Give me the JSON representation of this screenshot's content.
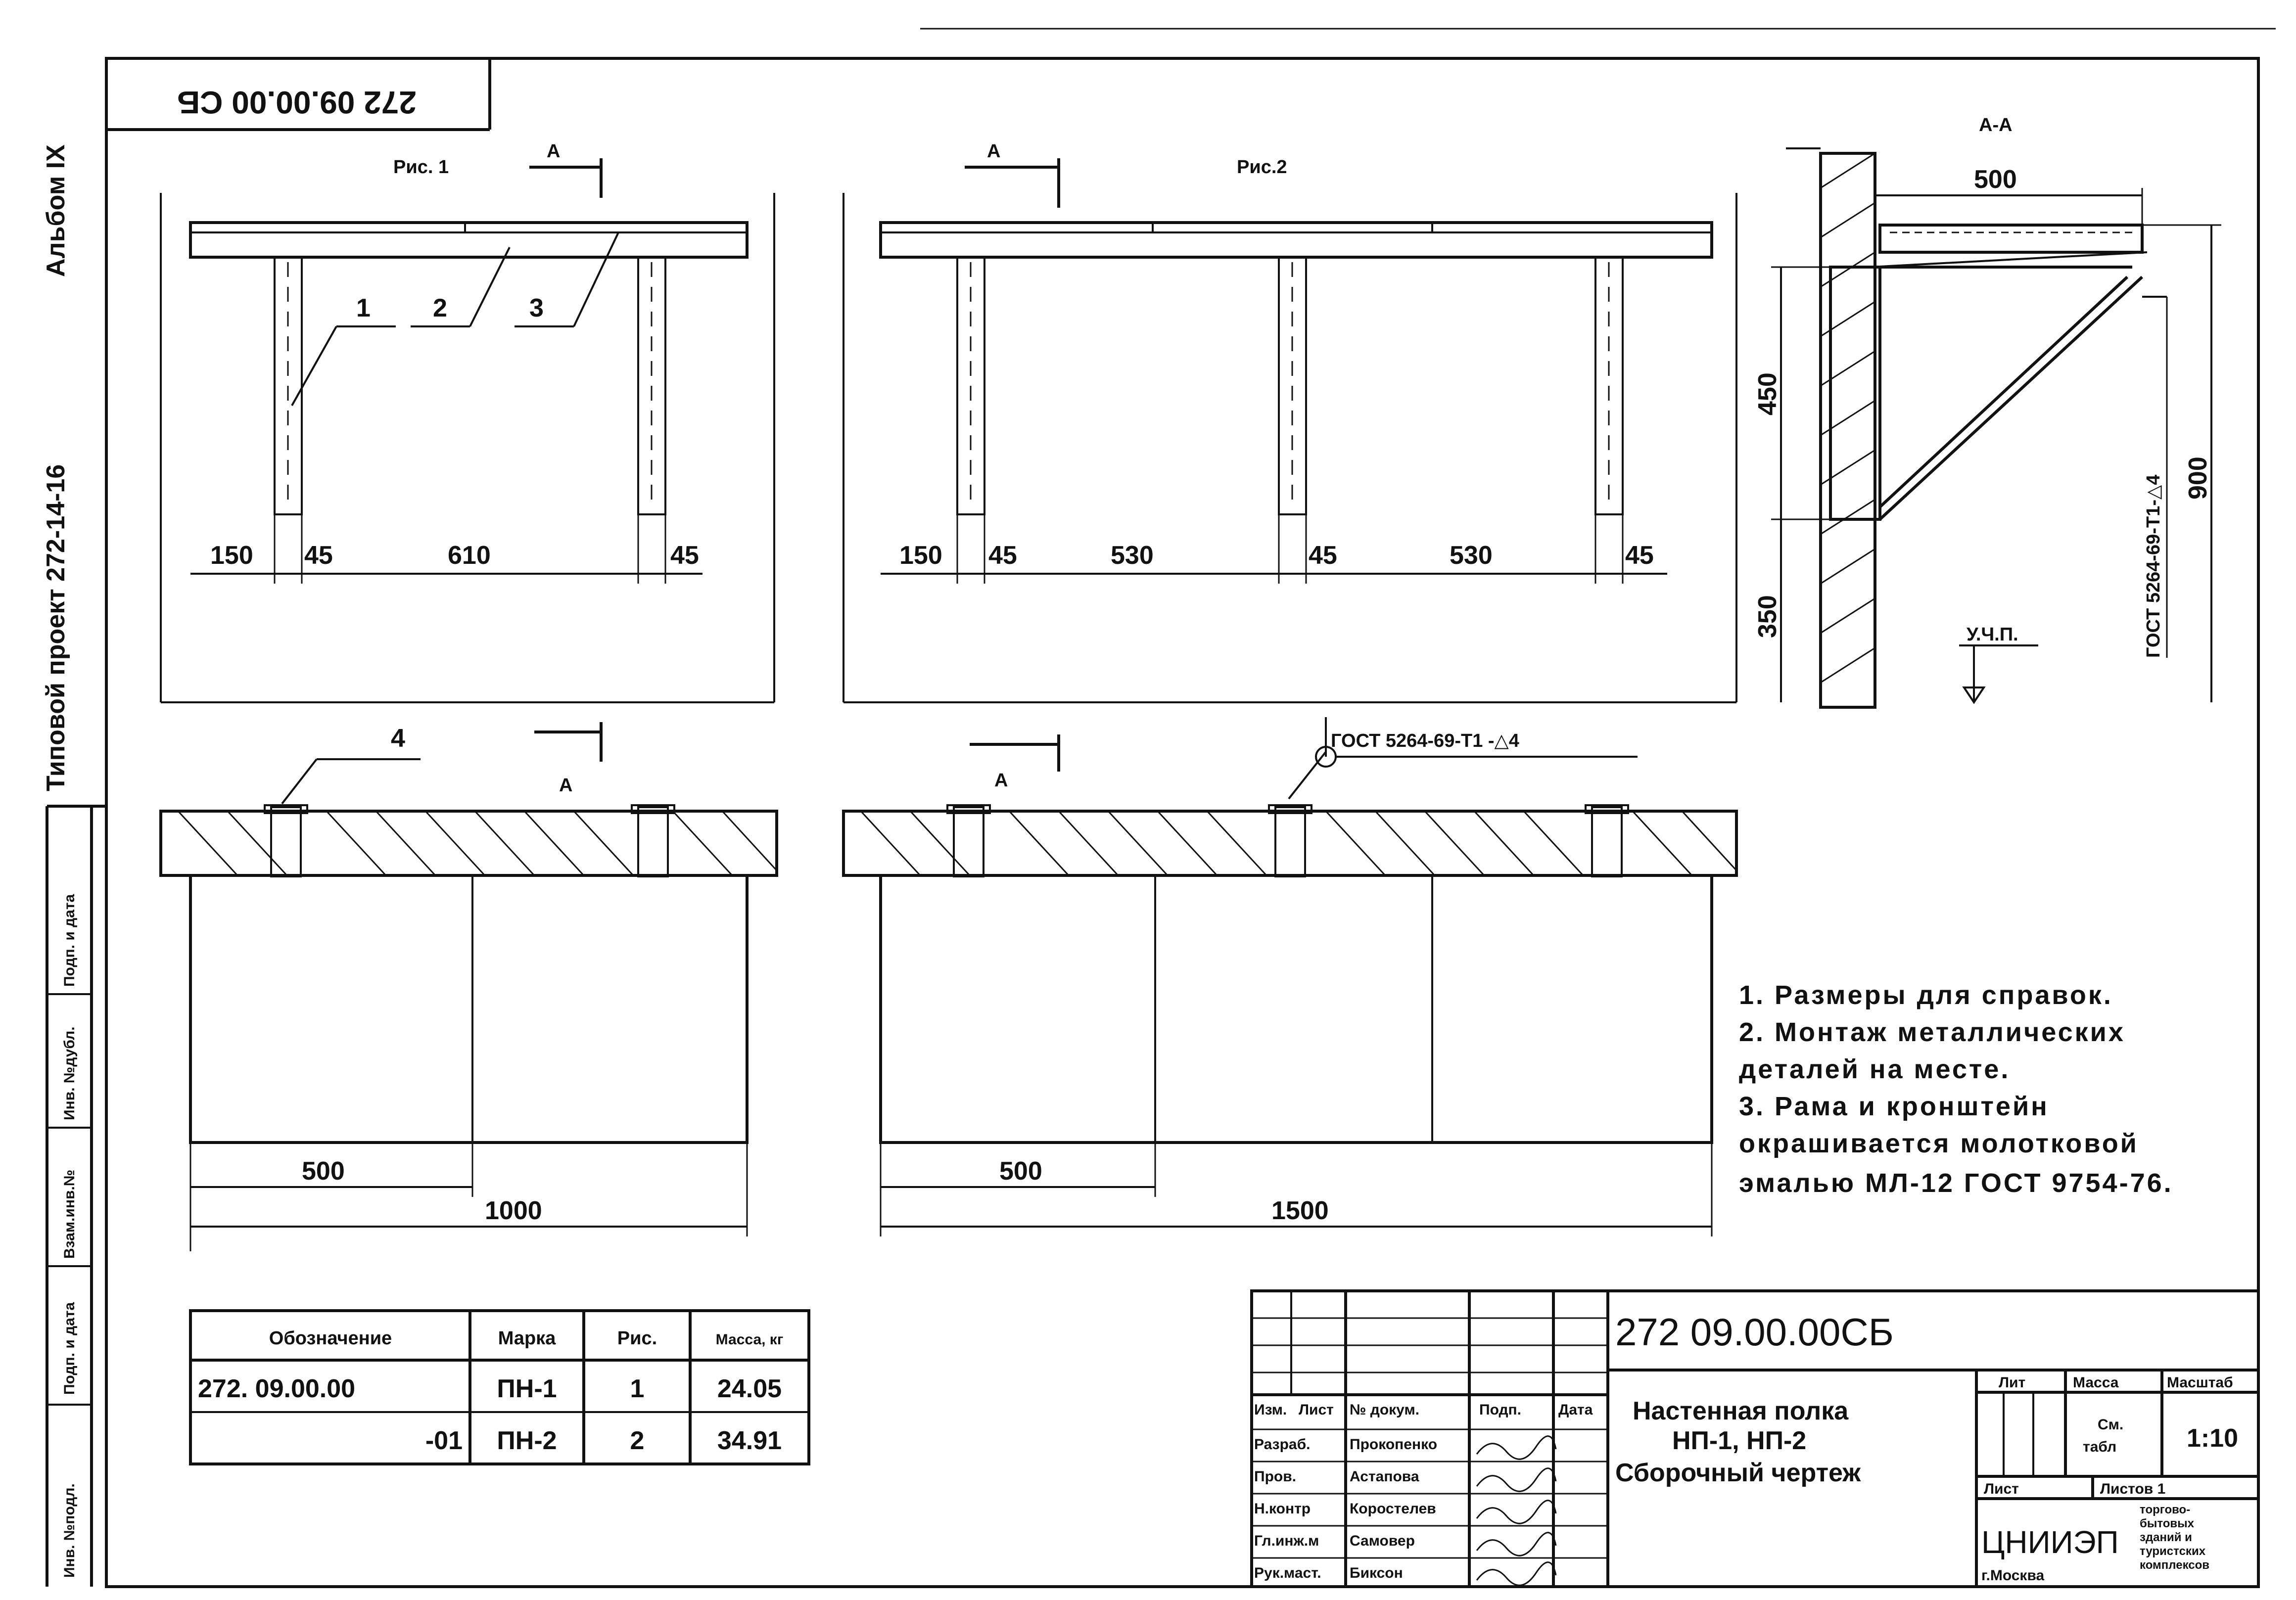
{
  "stamp_top": "272 09.00.00 СБ",
  "side_project": "Типовой проект 272-14-16",
  "side_album": "Альбом IX",
  "side_fields": [
    "Инв. №подл.",
    "Подп. и дата",
    "Взам.инв.№",
    "Инв. №дубл.",
    "Подп. и дата"
  ],
  "fig1": {
    "title": "Рис. 1",
    "section": "А",
    "leaders": [
      "1",
      "2",
      "3"
    ],
    "dims": [
      "150",
      "45",
      "610",
      "45"
    ],
    "weld_leader": "4",
    "plan_dims": [
      "500",
      "1000"
    ]
  },
  "fig2": {
    "title": "Рис.2",
    "section": "А",
    "dims": [
      "150",
      "45",
      "530",
      "45",
      "530",
      "45"
    ],
    "weld_note": "ГОСТ 5264-69-Т1 -△4",
    "plan_dims": [
      "500",
      "1500"
    ]
  },
  "section_aa": {
    "title": "А-А",
    "dims": [
      "500",
      "450",
      "350",
      "900"
    ],
    "weld_note": "ГОСТ 5264-69-Т1-△4",
    "level_label": "У.Ч.П."
  },
  "notes": [
    "1. Размеры для справок.",
    "2. Монтаж металлических",
    "деталей на месте.",
    "3. Рама и кронштейн",
    "окрашивается молотковой",
    "эмалью МЛ-12 ГОСТ 9754-76."
  ],
  "spec_table": {
    "headers": [
      "Обозначение",
      "Марка",
      "Рис.",
      "Масса, кг"
    ],
    "rows": [
      [
        "272. 09.00.00",
        "ПН-1",
        "1",
        "24.05"
      ],
      [
        "-01",
        "ПН-2",
        "2",
        "34.91"
      ]
    ]
  },
  "title_block": {
    "code": "272 09.00.00СБ",
    "title_lines": [
      "Настенная полка",
      "НП-1, НП-2",
      "Сборочный чертеж"
    ],
    "col_headers": [
      "Изм.",
      "Лист",
      "№ докум.",
      "Подп.",
      "Дата"
    ],
    "people": [
      [
        "Разраб.",
        "Прокопенко"
      ],
      [
        "Пров.",
        "Астапова"
      ],
      [
        "Н.контр",
        "Коростелев"
      ],
      [
        "Гл.инж.м",
        "Самовер"
      ],
      [
        "Рук.маст.",
        "Биксон"
      ]
    ],
    "lit_label": "Лит",
    "mass_label": "Масса",
    "scale_label": "Масштаб",
    "mass_value_1": "См.",
    "mass_value_2": "табл",
    "scale_value": "1:10",
    "sheet_label": "Лист",
    "sheets_label": "Листов 1",
    "org": "ЦНИИЭП",
    "org_city": "г.Москва",
    "org_desc": [
      "торгово-",
      "бытовых",
      "зданий и",
      "туристских",
      "комплексов"
    ]
  }
}
